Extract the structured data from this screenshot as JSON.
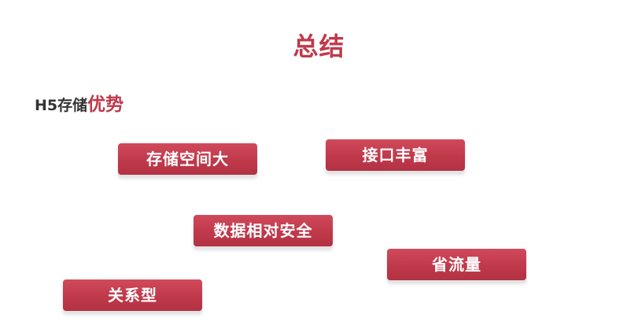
{
  "title": "总结",
  "subtitle": {
    "prefix": "H5存储",
    "accent": "优势"
  },
  "advantages": [
    {
      "label": "存储空间大"
    },
    {
      "label": "接口丰富"
    },
    {
      "label": "数据相对安全"
    },
    {
      "label": "省流量"
    },
    {
      "label": "关系型"
    }
  ],
  "colors": {
    "accent": "#c0394b",
    "text": "#333333",
    "background": "#ffffff"
  }
}
